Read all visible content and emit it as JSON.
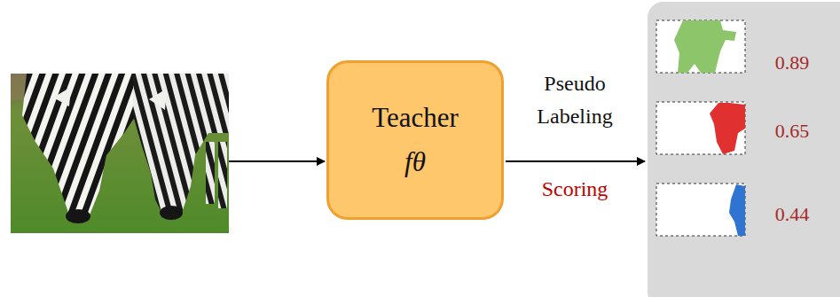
{
  "diagram": {
    "nodes": [
      {
        "text": [
          "Teacher",
          "fθ"
        ]
      }
    ],
    "labels": [
      "Pseudo Labeling",
      "Scoring",
      "0.89",
      "0.65",
      "0.44"
    ]
  }
}
